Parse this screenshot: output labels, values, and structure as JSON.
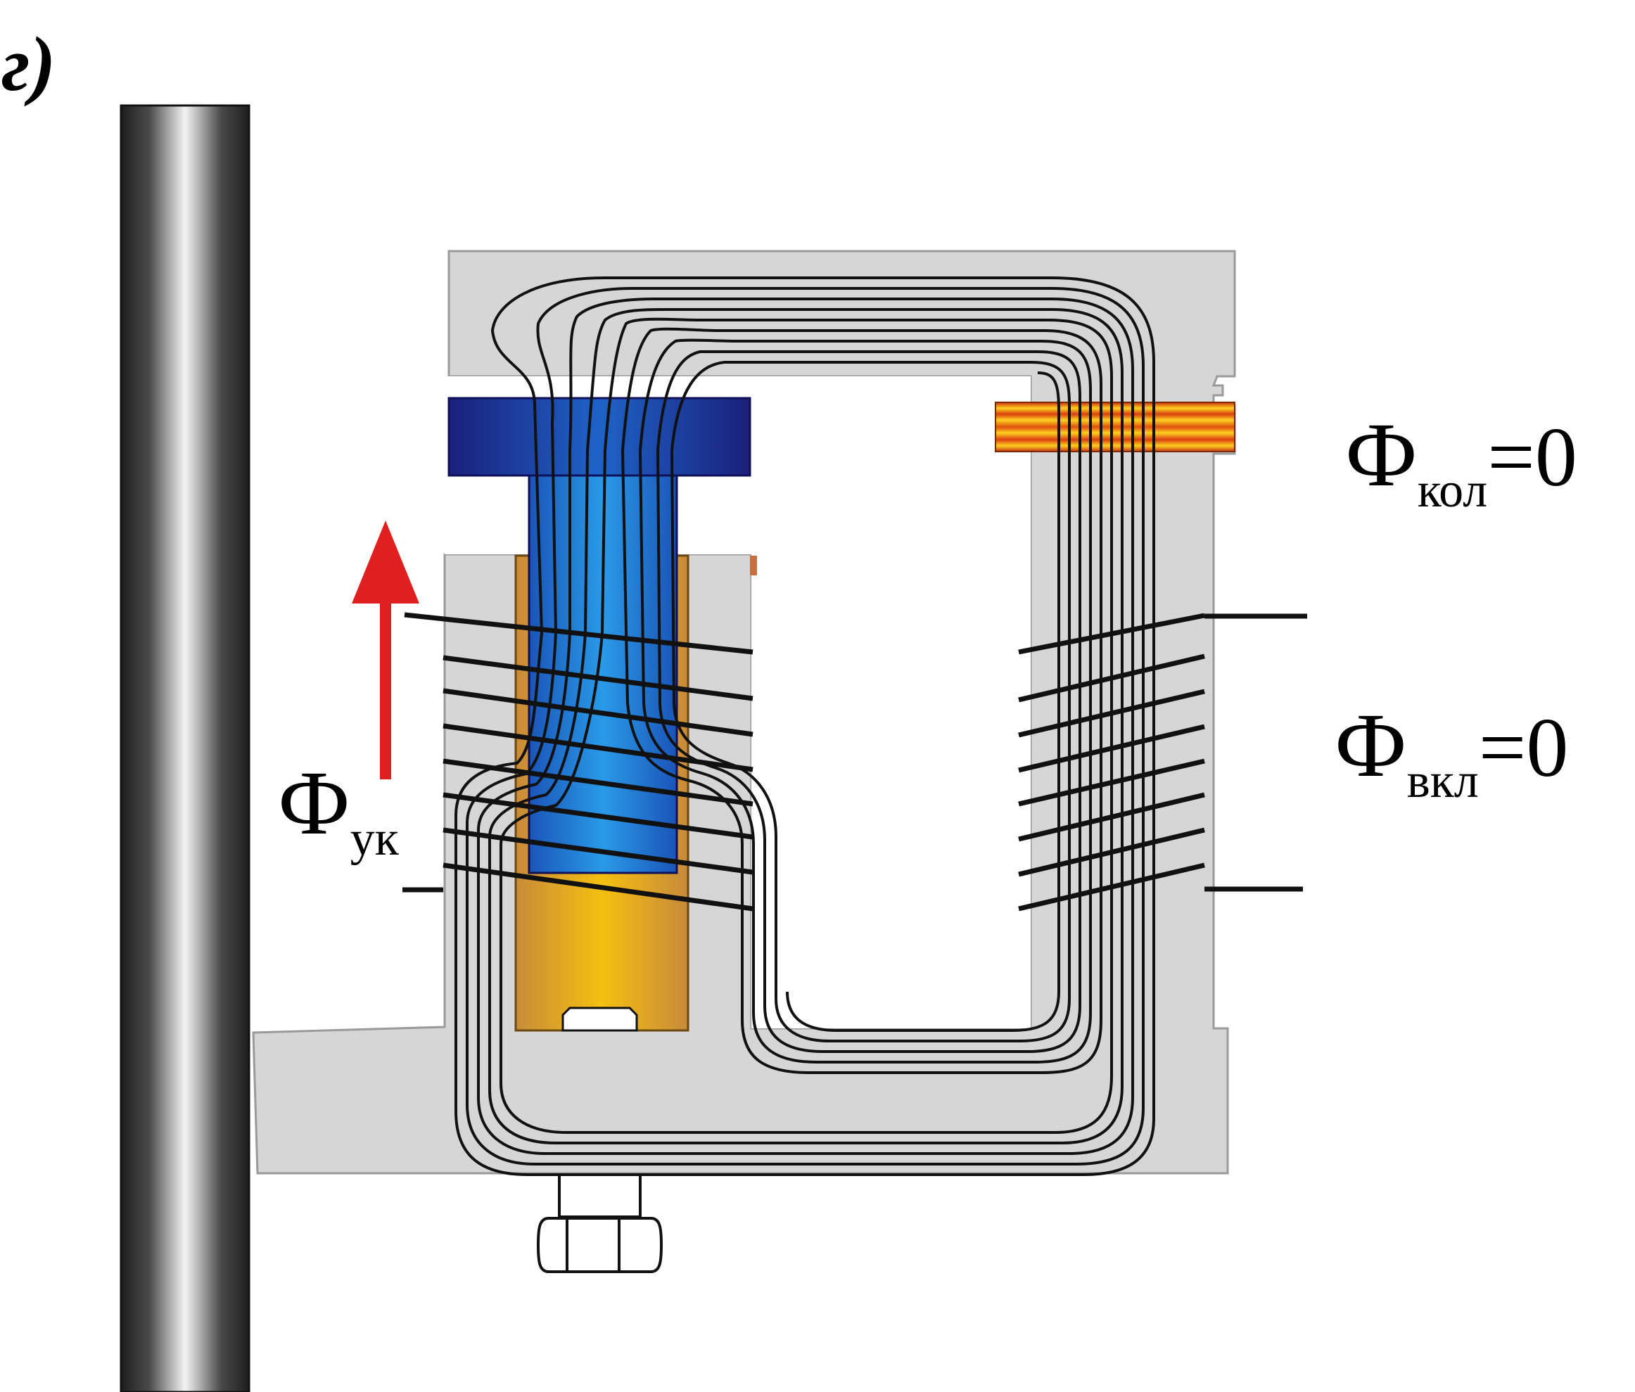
{
  "panel_label": "г)",
  "labels": {
    "flux_kol": {
      "symbol": "Ф",
      "subscript": "кол",
      "suffix": "=0"
    },
    "flux_vkl": {
      "symbol": "Ф",
      "subscript": "вкл",
      "suffix": "=0"
    },
    "flux_uk": {
      "symbol": "Ф",
      "subscript": "ук"
    }
  },
  "colors": {
    "core": "#d6d6d6",
    "core_outline": "#9a9a9a",
    "armature": "#1f6fd0",
    "armature_dark": "#1a2a88",
    "sleeve": "#e0a030",
    "shorted_turn": "#e05a10",
    "arrow": "#e02020",
    "flux_lines": "#111111",
    "winding": "#111111"
  },
  "arrow_direction": "up"
}
